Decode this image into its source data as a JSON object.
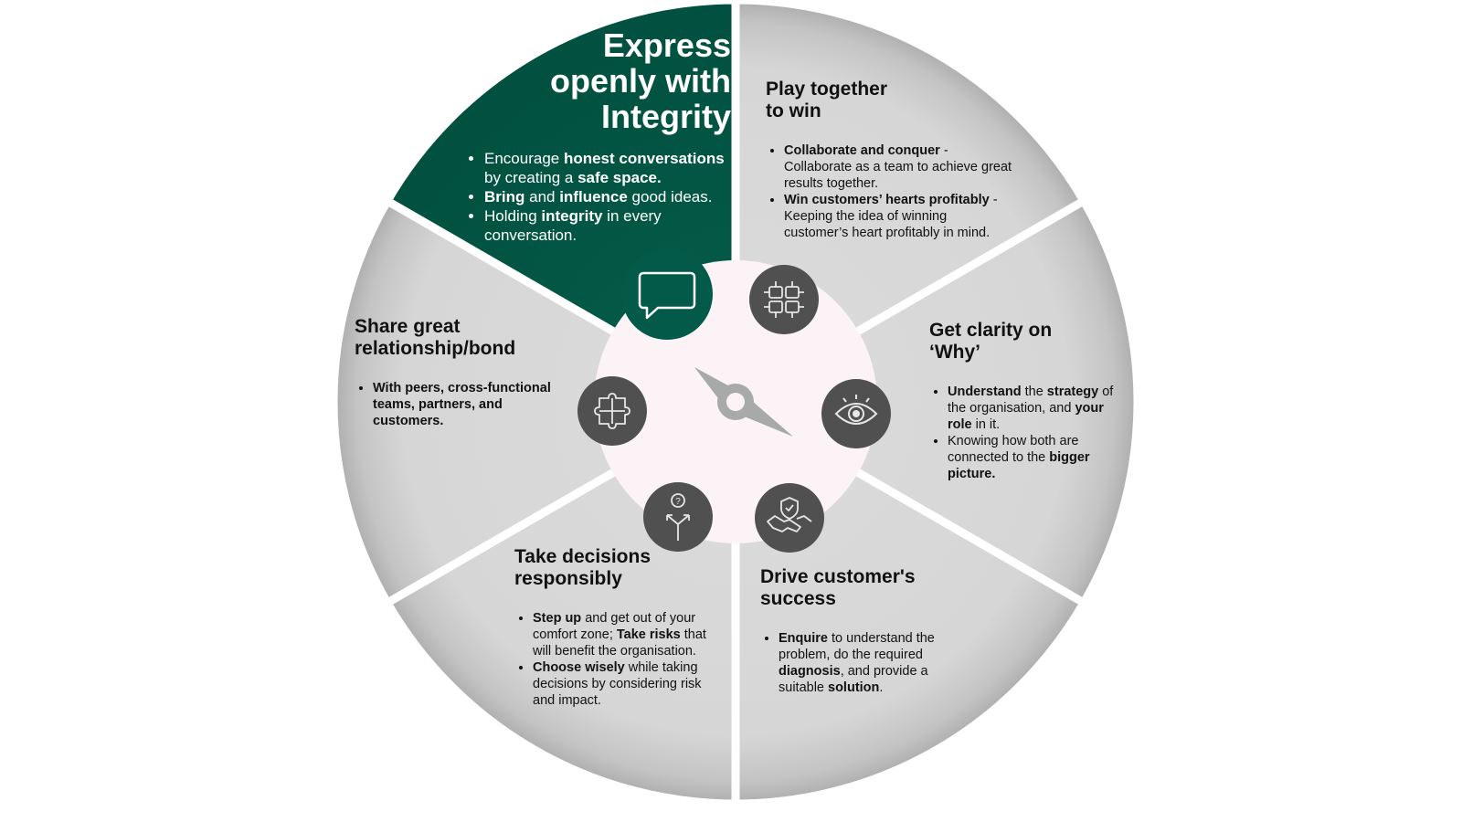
{
  "colors": {
    "hero_green": "#035a48",
    "segment_grey": "#d8d8d8",
    "icon_grey": "#505050",
    "hub_pink": "#fbf3f6",
    "needle_grey": "#a7aaa8"
  },
  "segments": [
    {
      "id": "express",
      "title": "Express\nopenly with\nIntegrity",
      "bullets": [
        [
          {
            "t": "Encourage "
          },
          {
            "t": "honest conversations",
            "b": true
          },
          {
            "t": " by creating a "
          },
          {
            "t": "safe space.",
            "b": true
          }
        ],
        [
          {
            "t": "Bring",
            "b": true
          },
          {
            "t": " and "
          },
          {
            "t": "influence",
            "b": true
          },
          {
            "t": " good ideas."
          }
        ],
        [
          {
            "t": "Holding "
          },
          {
            "t": "integrity",
            "b": true
          },
          {
            "t": " in every conversation."
          }
        ]
      ],
      "icon": "speech-bubble-icon"
    },
    {
      "id": "play",
      "title": "Play together\nto win",
      "bullets": [
        [
          {
            "t": "Collaborate and conquer",
            "b": true
          },
          {
            "t": " - Collaborate as a team to achieve great results together."
          }
        ],
        [
          {
            "t": "Win customers’ hearts profitably",
            "b": true
          },
          {
            "t": " - Keeping the idea of winning customer’s heart profitably in mind."
          }
        ]
      ],
      "icon": "teamwork-hands-icon"
    },
    {
      "id": "clarity",
      "title": "Get clarity on\n‘Why’",
      "bullets": [
        [
          {
            "t": "Understand",
            "b": true
          },
          {
            "t": " the "
          },
          {
            "t": "strategy",
            "b": true
          },
          {
            "t": " of the organisation, and "
          },
          {
            "t": "your role",
            "b": true
          },
          {
            "t": " in it."
          }
        ],
        [
          {
            "t": "Knowing how both are connected to the "
          },
          {
            "t": "bigger picture.",
            "b": true
          }
        ]
      ],
      "icon": "eye-icon"
    },
    {
      "id": "customer",
      "title": "Drive customer's\nsuccess",
      "bullets": [
        [
          {
            "t": "Enquire",
            "b": true
          },
          {
            "t": " to understand the problem, do the required "
          },
          {
            "t": "diagnosis",
            "b": true
          },
          {
            "t": ", and provide a suitable "
          },
          {
            "t": "solution",
            "b": true
          },
          {
            "t": "."
          }
        ]
      ],
      "icon": "handshake-shield-icon"
    },
    {
      "id": "decisions",
      "title": "Take decisions\nresponsibly",
      "bullets": [
        [
          {
            "t": "Step up",
            "b": true
          },
          {
            "t": " and get out of your comfort zone; "
          },
          {
            "t": "Take risks",
            "b": true
          },
          {
            "t": " that will benefit the organisation."
          }
        ],
        [
          {
            "t": "Choose wisely",
            "b": true
          },
          {
            "t": " while taking decisions by considering risk and impact."
          }
        ]
      ],
      "icon": "crossroads-question-icon"
    },
    {
      "id": "relationship",
      "title": "Share great\nrelationship/bond",
      "bullets": [
        [
          {
            "t": "With peers, cross-functional teams, partners, and customers.",
            "b": true
          }
        ]
      ],
      "icon": "puzzle-hands-icon"
    }
  ]
}
